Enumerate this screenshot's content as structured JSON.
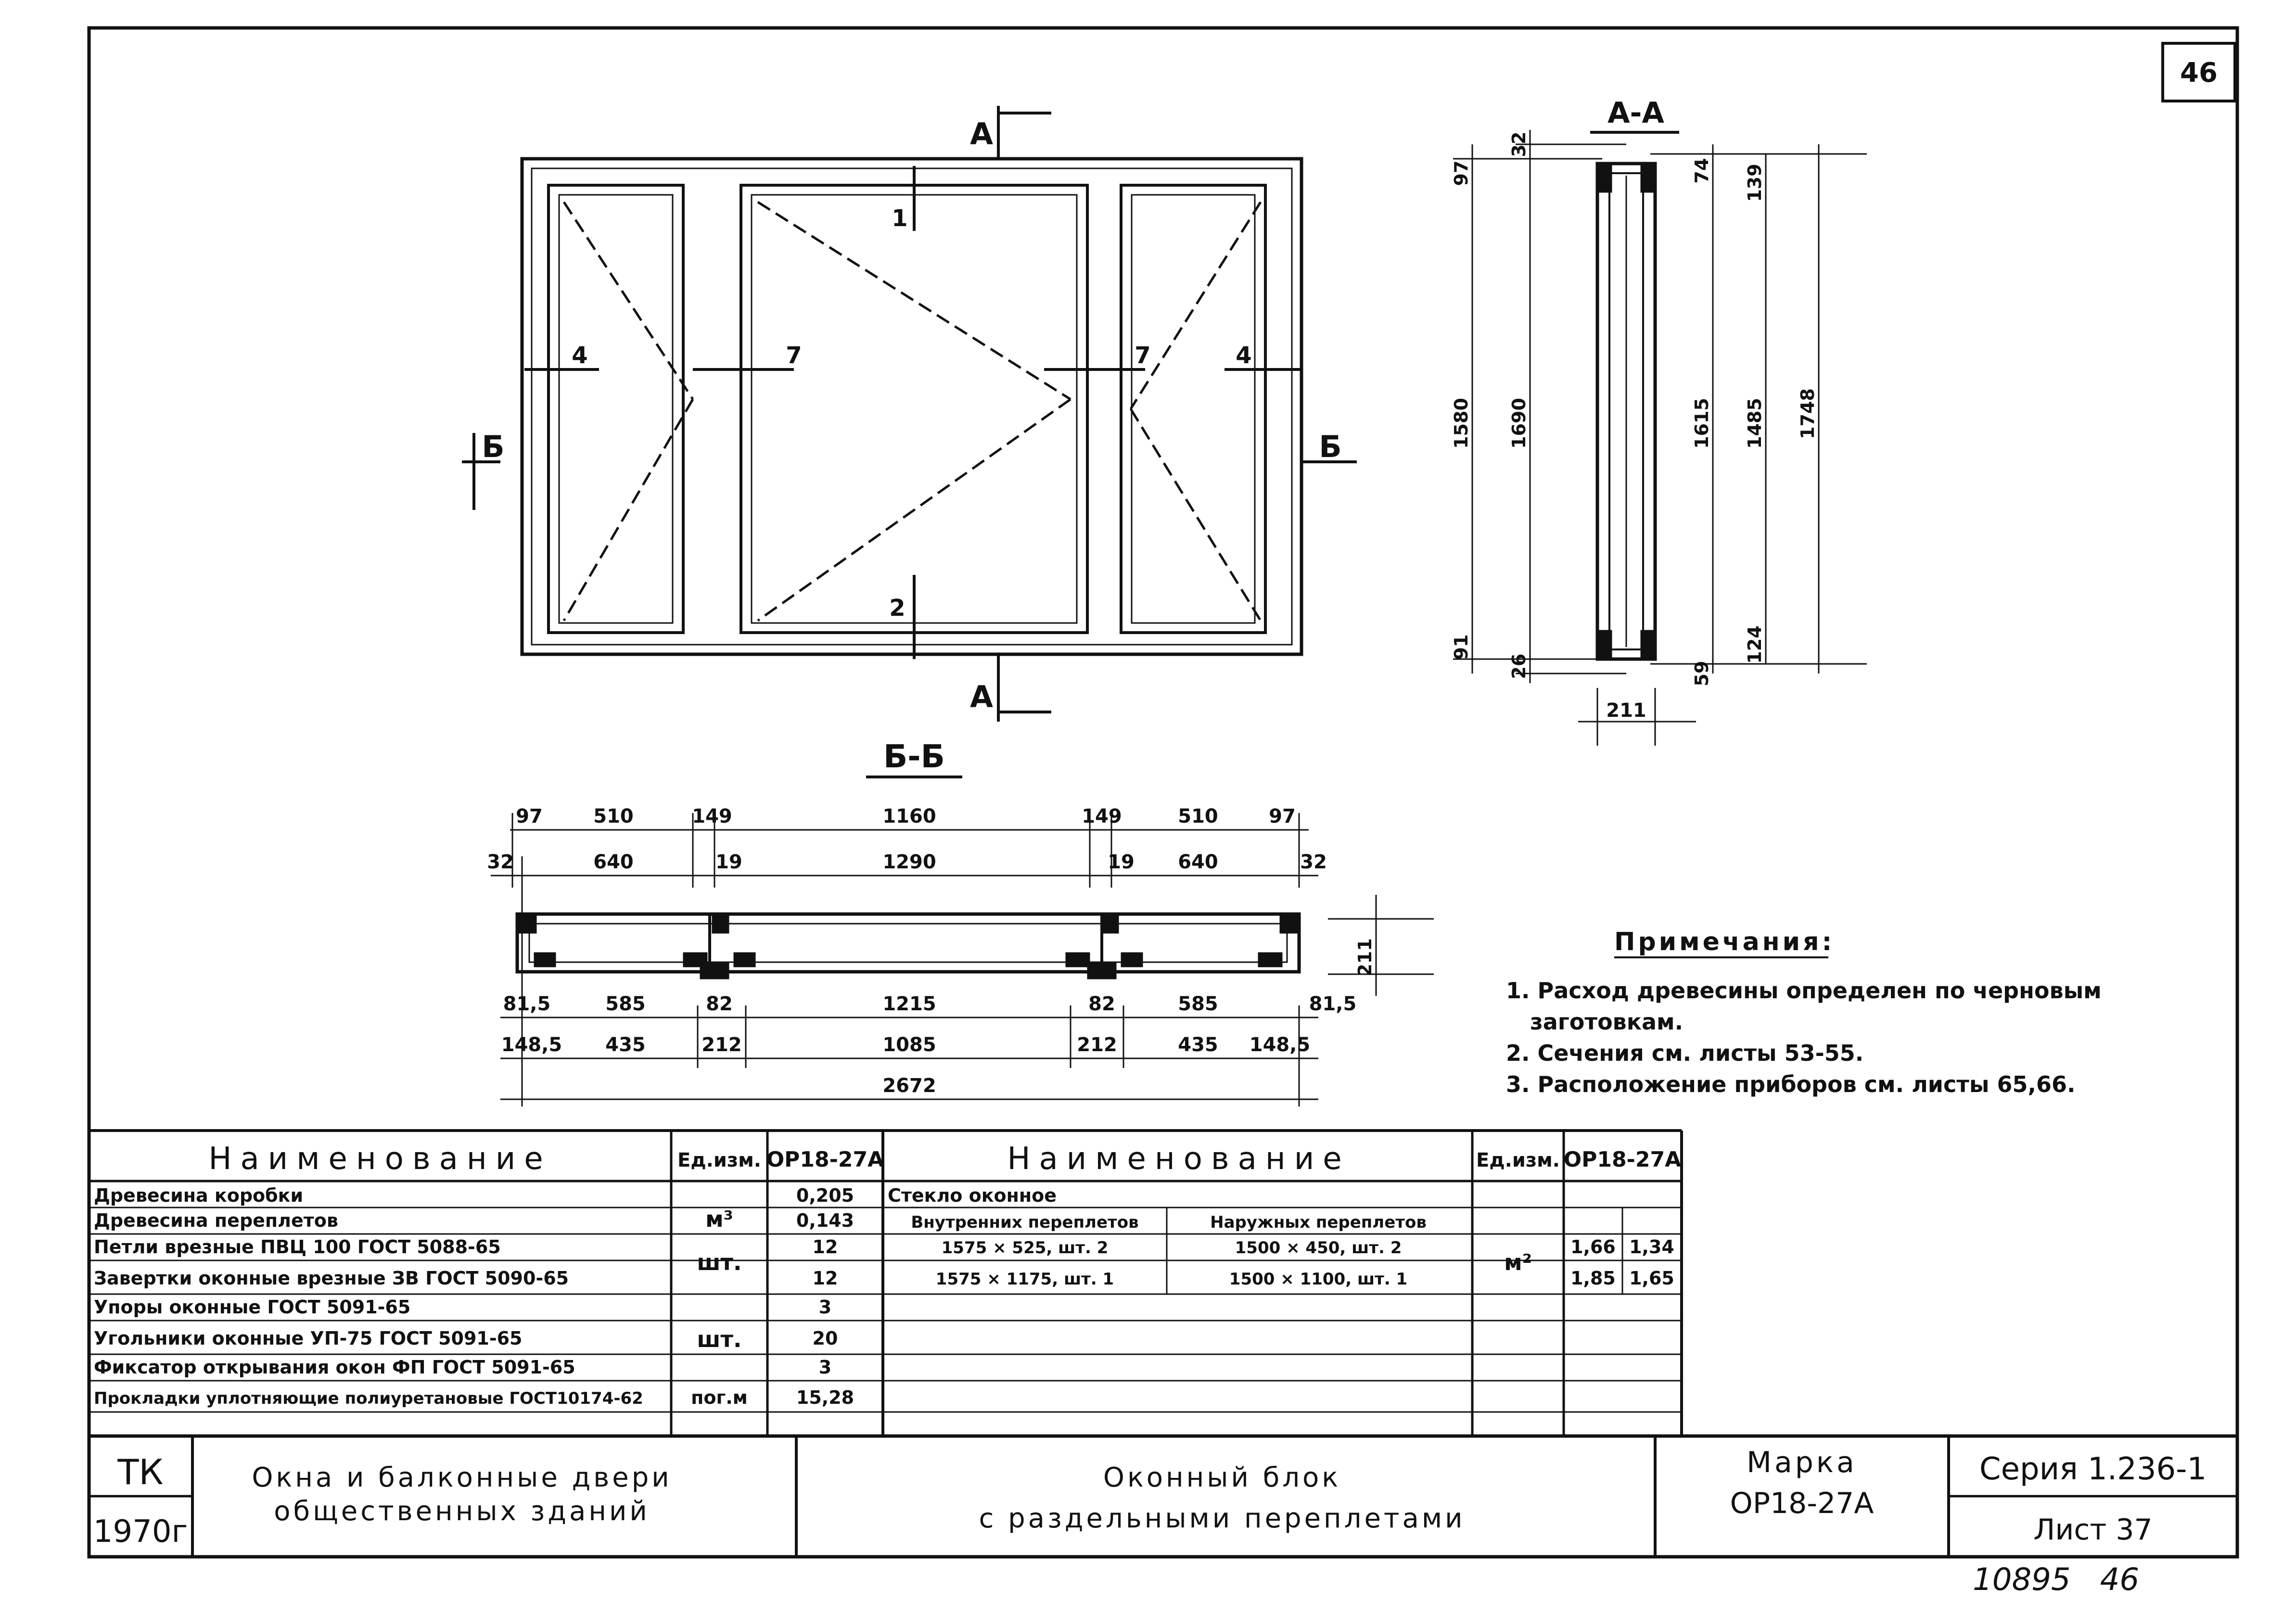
{
  "sheet_number": "46",
  "front_view": {
    "section_a": "А",
    "section_b": "Б",
    "callout_1": "1",
    "callout_2": "2",
    "callout_4_left": "4",
    "callout_4_right": "4",
    "callout_7_left": "7",
    "callout_7_right": "7"
  },
  "section_aa": {
    "title": "А-А",
    "dims_left": [
      "97",
      "32",
      "1580",
      "1690",
      "91",
      "26"
    ],
    "dims_right": [
      "74",
      "139",
      "1615",
      "1485",
      "1748",
      "59",
      "124"
    ],
    "width": "211"
  },
  "section_bb": {
    "title": "Б-Б",
    "top_row1": [
      "97",
      "510",
      "149",
      "1160",
      "149",
      "510",
      "97"
    ],
    "top_row2": [
      "32",
      "640",
      "19",
      "1290",
      "19",
      "640",
      "32"
    ],
    "height": "211",
    "bottom_row1": [
      "81,5",
      "585",
      "82",
      "1215",
      "82",
      "585",
      "81,5"
    ],
    "bottom_row2": [
      "148,5",
      "435",
      "212",
      "1085",
      "212",
      "435",
      "148,5"
    ],
    "total": "2672"
  },
  "notes": {
    "title": "Примечания:",
    "items": [
      "1. Расход древесины определен по черновым",
      "заготовкам.",
      "2. Сечения см. листы 53-55.",
      "3. Расположение приборов см. листы 65,66."
    ]
  },
  "table_left": {
    "headers": [
      "Наименование",
      "Ед.изм.",
      "ОР18-27А"
    ],
    "rows": [
      {
        "name": "Древесина коробки",
        "unit": "м³",
        "value": "0,205"
      },
      {
        "name": "Древесина переплетов",
        "unit": "",
        "value": "0,143"
      },
      {
        "name": "Петли врезные ПВЦ 100 ГОСТ 5088-65",
        "unit": "шт.",
        "value": "12"
      },
      {
        "name": "Завертки оконные врезные ЗВ ГОСТ 5090-65",
        "unit": "",
        "value": "12"
      },
      {
        "name": "Упоры оконные ГОСТ 5091-65",
        "unit": "",
        "value": "3"
      },
      {
        "name": "Угольники оконные УП-75 ГОСТ 5091-65",
        "unit": "шт.",
        "value": "20"
      },
      {
        "name": "Фиксатор открывания окон ФП ГОСТ 5091-65",
        "unit": "",
        "value": "3"
      },
      {
        "name": "Прокладки уплотняющие полиуретановые ГОСТ10174-62",
        "unit": "пог.м",
        "value": "15,28"
      }
    ]
  },
  "table_right": {
    "headers": [
      "Наименование",
      "Ед.изм.",
      "ОР18-27А"
    ],
    "glass_title": "Стекло оконное",
    "sub_inner": "Внутренних переплетов",
    "sub_outer": "Наружных переплетов",
    "rows": [
      {
        "inner": "1575 × 525, шт. 2",
        "outer": "1500 × 450, шт. 2",
        "v1": "1,66",
        "v2": "1,34"
      },
      {
        "inner": "1575 × 1175, шт. 1",
        "outer": "1500 × 1100, шт. 1",
        "v1": "1,85",
        "v2": "1,65"
      }
    ],
    "unit": "м²"
  },
  "title_block": {
    "org": "ТК",
    "year": "1970г",
    "project_line1": "Окна и балконные двери",
    "project_line2": "общественных зданий",
    "item_line1": "Оконный блок",
    "item_line2": "с раздельными переплетами",
    "mark_label": "Марка",
    "mark_value": "ОР18-27А",
    "series": "Серия 1.236-1",
    "sheet": "Лист 37"
  },
  "footer_stamp": "10895   46"
}
